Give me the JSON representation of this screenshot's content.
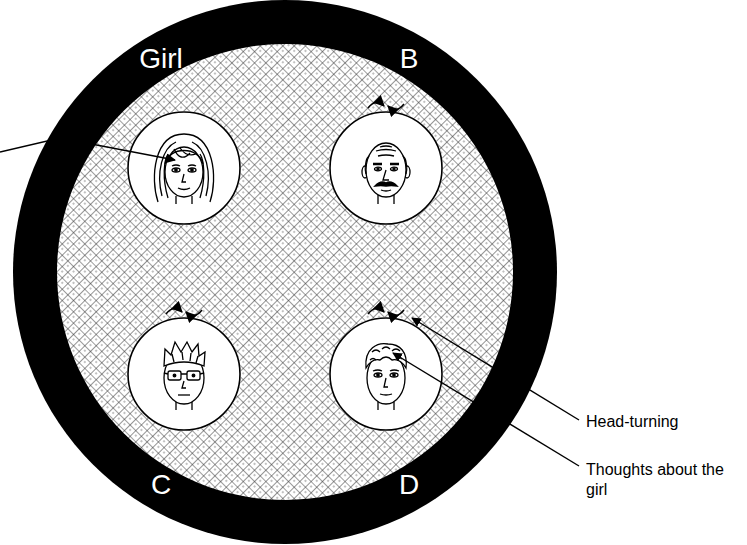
{
  "diagram": {
    "nodes": [
      {
        "text": [
          "Girl"
        ]
      },
      {
        "text": [
          "B"
        ]
      },
      {
        "text": [
          "C"
        ]
      },
      {
        "text": [
          "D"
        ]
      }
    ],
    "labels": [
      "Head-turning",
      "Thoughts about the girl"
    ]
  }
}
